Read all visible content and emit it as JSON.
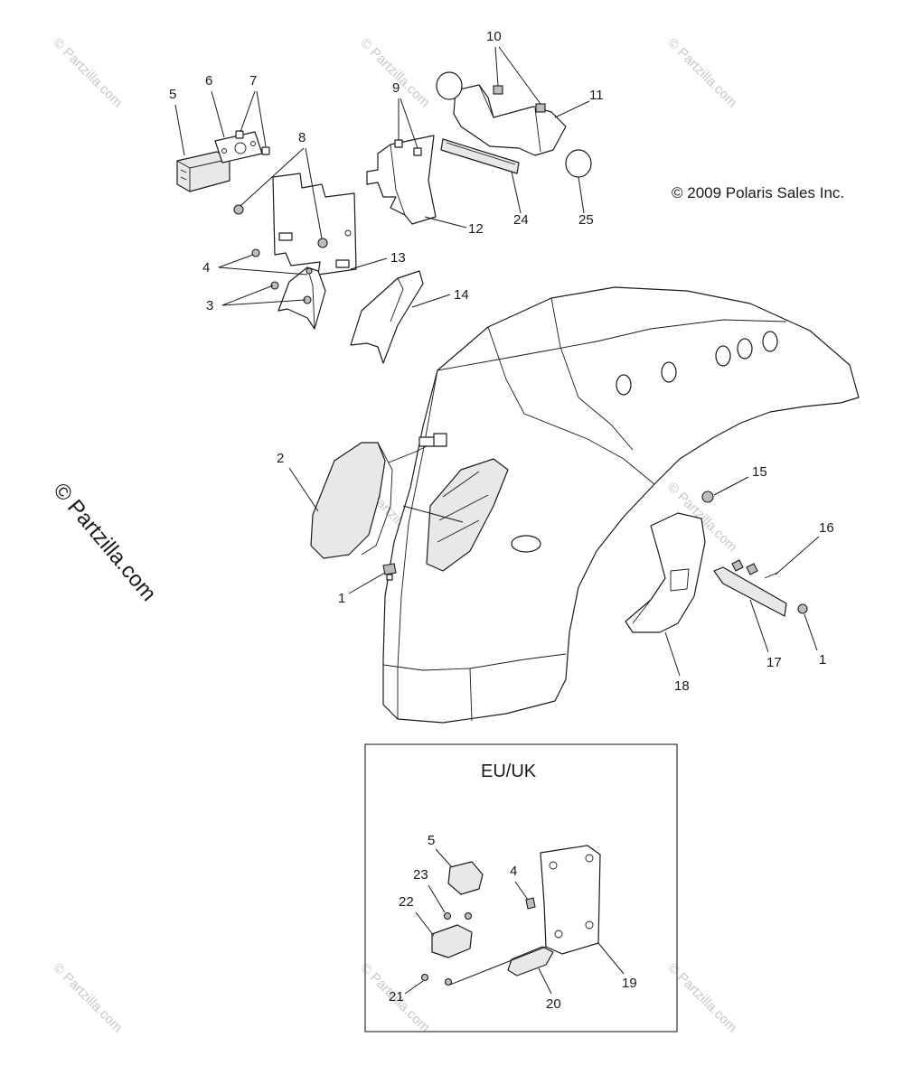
{
  "copyright": "© 2009 Polaris Sales Inc.",
  "watermark_side": "© Partzilla.com",
  "watermark_small": "© Partzilla.com",
  "inset_title": "EU/UK",
  "callouts": {
    "c1a": "1",
    "c1b": "1",
    "c2": "2",
    "c3": "3",
    "c4": "4",
    "c4b": "4",
    "c5": "5",
    "c5b": "5",
    "c6": "6",
    "c7": "7",
    "c8": "8",
    "c9": "9",
    "c10": "10",
    "c11": "11",
    "c12": "12",
    "c13": "13",
    "c14": "14",
    "c15": "15",
    "c16": "16",
    "c17": "17",
    "c18": "18",
    "c19": "19",
    "c20": "20",
    "c21": "21",
    "c22": "22",
    "c23": "23",
    "c24": "24",
    "c25": "25"
  }
}
